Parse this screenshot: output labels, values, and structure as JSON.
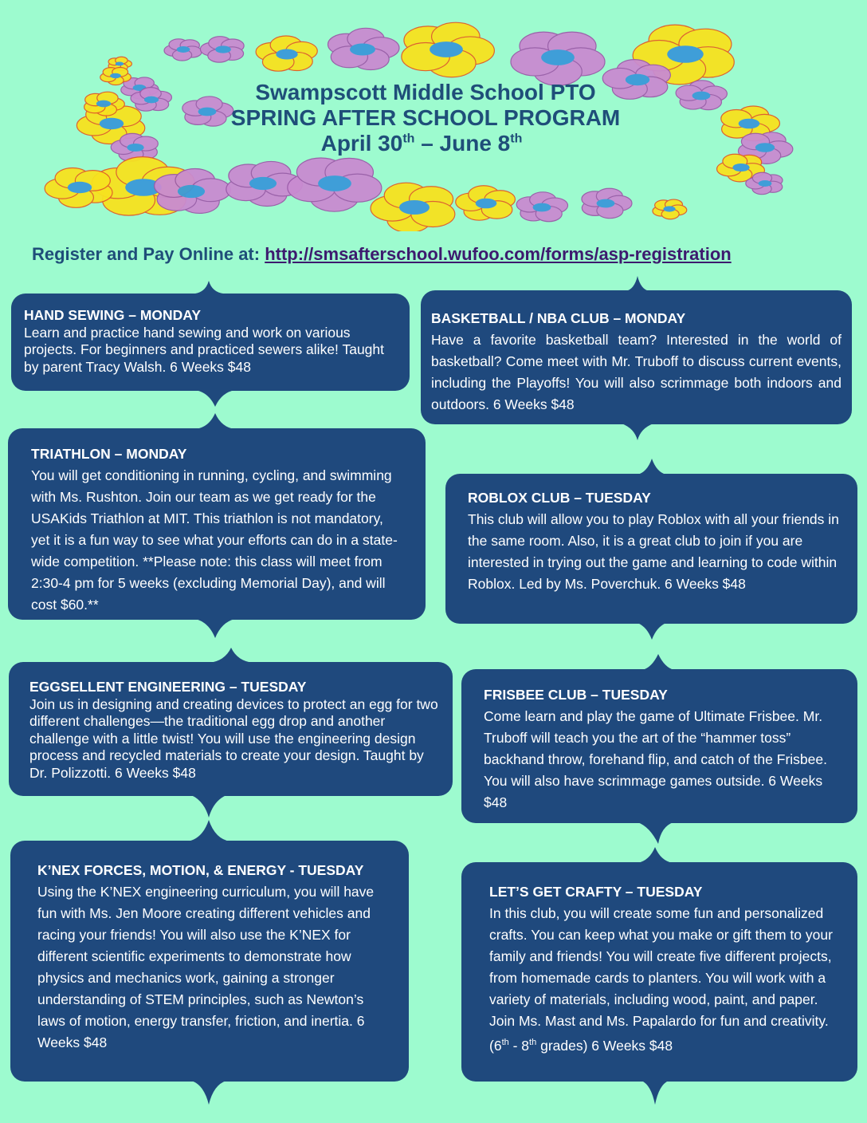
{
  "header": {
    "line1": "Swampscott Middle School PTO",
    "line2": "SPRING AFTER SCHOOL PROGRAM",
    "date_start": "April 30",
    "date_start_sup": "th",
    "date_sep": " – June 8",
    "date_end_sup": "th"
  },
  "register": {
    "label": "Register and Pay Online at: ",
    "url": "http://smsafterschool.wufoo.com/forms/asp-registration"
  },
  "colors": {
    "background": "#9dfbcf",
    "box": "#1f497d",
    "title": "#1f4e79",
    "flower_yellow": "#f7e21f",
    "flower_purple": "#c98bd1",
    "flower_center": "#3a9ad9"
  },
  "programs": [
    {
      "title": "HAND SEWING – MONDAY",
      "body": "Learn and practice hand sewing and work on various projects. For beginners and practiced sewers alike! Taught by parent Tracy Walsh. 6 Weeks $48"
    },
    {
      "title": "BASKETBALL / NBA CLUB – MONDAY",
      "body": "Have a favorite basketball team? Interested in the world of basketball? Come meet with Mr. Truboff to discuss current events, including the Playoffs! You will also scrimmage both indoors and outdoors. 6 Weeks $48"
    },
    {
      "title": "TRIATHLON – MONDAY",
      "body": "You will get conditioning in running, cycling, and swimming with Ms. Rushton. Join our team as we get ready for the USAKids Triathlon at MIT. This triathlon is not mandatory, yet it is a fun way to see what your efforts can do in a state-wide competition. **Please note: this class will meet from 2:30-4 pm for 5 weeks (excluding Memorial Day), and will cost $60.**"
    },
    {
      "title": "ROBLOX CLUB – TUESDAY",
      "body": "This club will allow you to play Roblox with all your friends in the same room. Also, it is a great club to join if you are interested in trying out the game and learning to code within Roblox. Led by Ms. Poverchuk. 6 Weeks $48"
    },
    {
      "title": "EGGSELLENT ENGINEERING – TUESDAY",
      "body": "Join us in designing and creating devices to protect an egg for two different challenges—the traditional egg drop and another challenge with a little twist! You will use the engineering design process and recycled materials to create your design. Taught by Dr. Polizzotti. 6 Weeks $48"
    },
    {
      "title": "FRISBEE CLUB – TUESDAY",
      "body": "Come learn and play the game of Ultimate Frisbee. Mr. Truboff will teach you the art of the “hammer toss” backhand throw, forehand flip, and catch of the Frisbee. You will also have scrimmage games outside. 6 Weeks $48"
    },
    {
      "title": "K’NEX FORCES, MOTION, & ENERGY - TUESDAY",
      "body": "Using the K’NEX engineering curriculum, you will have fun with Ms. Jen Moore creating different vehicles and racing your friends! You will also use the K’NEX for different scientific experiments to demonstrate how physics and mechanics work, gaining a stronger understanding of STEM principles, such as Newton’s laws of motion, energy transfer, friction, and inertia. 6 Weeks $48"
    },
    {
      "title": "LET’S GET CRAFTY – TUESDAY",
      "body": "In this club, you will create some fun and personalized crafts. You can keep what you make or gift them to your family and friends! You will create five different projects, from homemade cards to planters. You will work with a variety of materials, including wood, paint, and paper. Join Ms. Mast and Ms. Papalardo for fun and creativity. (6",
      "grade_sup1": "th",
      "grade_mid": " - 8",
      "grade_sup2": "th",
      "grade_tail": " grades) 6 Weeks $48"
    }
  ]
}
